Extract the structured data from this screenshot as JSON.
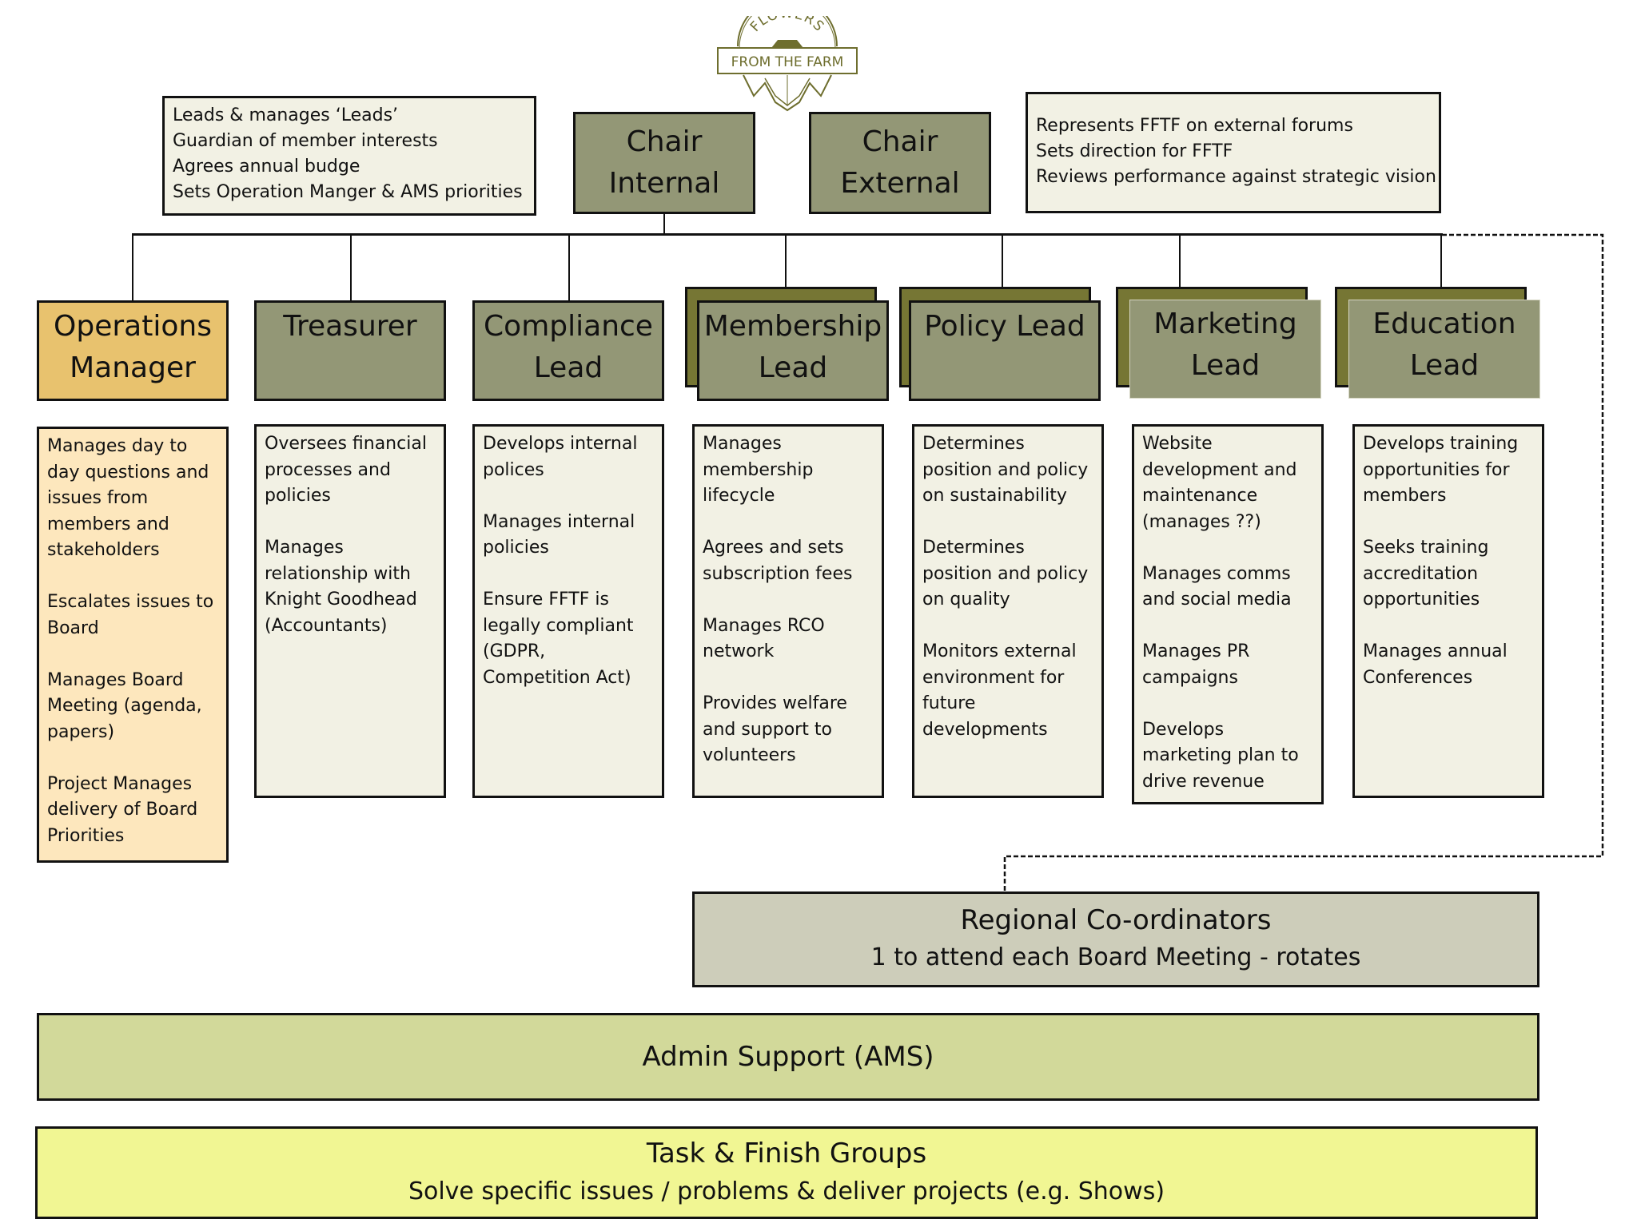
{
  "logo": {
    "arc_text": "FLOWERS",
    "banner_text": "FROM THE FARM",
    "color": "#6e6e2e"
  },
  "notes": {
    "chair_internal": [
      "Leads & manages ‘Leads’",
      "Guardian of member interests",
      "Agrees annual budge",
      "Sets Operation Manger & AMS priorities"
    ],
    "chair_external": [
      "Represents FFTF on external forums",
      "Sets direction for FFTF",
      "Reviews performance against strategic vision"
    ]
  },
  "chairs": {
    "internal": [
      "Chair",
      "Internal"
    ],
    "external": [
      "Chair",
      "External"
    ]
  },
  "roles": [
    {
      "id": "operations-manager",
      "title": [
        "Operations",
        "Manager"
      ],
      "duties": [
        "Manages day to day questions and issues from members and stakeholders",
        "Escalates issues to Board",
        "Manages Board Meeting (agenda, papers)",
        "Project Manages delivery of Board Priorities"
      ]
    },
    {
      "id": "treasurer",
      "title": [
        "Treasurer"
      ],
      "duties": [
        "Oversees financial processes and policies",
        "Manages relationship with Knight Goodhead (Accountants)"
      ]
    },
    {
      "id": "compliance-lead",
      "title": [
        "Compliance",
        "Lead"
      ],
      "duties": [
        "Develops internal polices",
        "Manages internal policies",
        "Ensure FFTF is legally compliant (GDPR, Competition Act)"
      ]
    },
    {
      "id": "membership-lead",
      "title": [
        "Membership",
        "Lead"
      ],
      "duties": [
        "Manages membership lifecycle",
        "Agrees and sets subscription fees",
        "Manages RCO network",
        "Provides welfare and support to volunteers"
      ]
    },
    {
      "id": "policy-lead",
      "title": [
        "Policy Lead"
      ],
      "duties": [
        "Determines position and policy on sustainability",
        "Determines position and policy on quality",
        "Monitors external environment for future developments"
      ]
    },
    {
      "id": "marketing-lead",
      "title": [
        "Marketing",
        "Lead"
      ],
      "duties": [
        "Website development and maintenance (manages ??)",
        "Manages comms and social media",
        "Manages PR campaigns",
        "Develops marketing plan to drive revenue"
      ]
    },
    {
      "id": "education-lead",
      "title": [
        "Education",
        "Lead"
      ],
      "duties": [
        "Develops training opportunities for members",
        "Seeks training accreditation opportunities",
        "Manages annual Conferences"
      ]
    }
  ],
  "regional": {
    "title": "Regional Co-ordinators",
    "subtitle": "1 to attend each Board Meeting - rotates"
  },
  "admin": {
    "title": "Admin Support (AMS)"
  },
  "task": {
    "title": "Task & Finish Groups",
    "subtitle": "Solve specific issues / problems & deliver projects (e.g. Shows)"
  },
  "colors": {
    "role_header": "#939776",
    "role_shadow": "#767634",
    "ops_header": "#e8c26e",
    "ops_body": "#fde7bd",
    "body": "#f2f1e4",
    "regional": "#cdcdba",
    "admin": "#d2d99a",
    "task": "#f1f693"
  }
}
